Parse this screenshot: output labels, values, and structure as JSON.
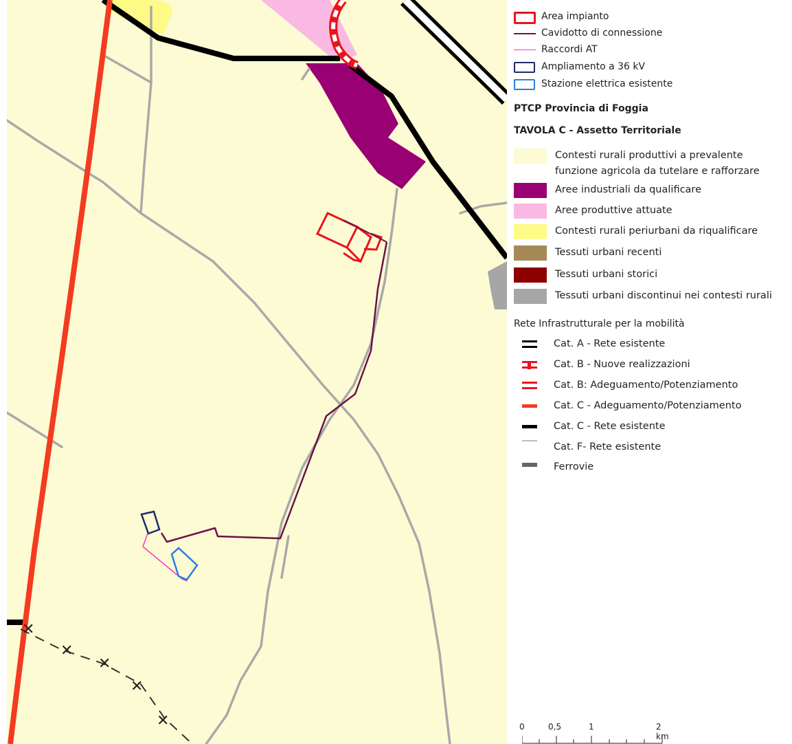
{
  "legend": {
    "project_items": [
      {
        "label": "Area impianto",
        "symbol": "red-outline-rect",
        "color": "#e8141c"
      },
      {
        "label": "Cavidotto di connessione",
        "symbol": "line",
        "color": "#6b1148"
      },
      {
        "label": "Raccordi AT",
        "symbol": "line",
        "color": "#ff33cc"
      },
      {
        "label": "Ampliamento a 36 kV",
        "symbol": "navy-outline-rect",
        "color": "#1c2a6e"
      },
      {
        "label": "Stazione elettrica esistente",
        "symbol": "blue-outline-rect",
        "color": "#2a7de1"
      }
    ],
    "ptcp_title": "PTCP Provincia di Foggia",
    "tavola_title": "TAVOLA C - Assetto Territoriale",
    "areas": [
      {
        "label_line1": "Contesti rurali produttivi a prevalente",
        "label_line2": "funzione agricola da tutelare e rafforzare",
        "color": "#fdfbd3"
      },
      {
        "label_line1": "Aree industriali da qualificare",
        "color": "#990073"
      },
      {
        "label_line1": "Aree produttive attuate",
        "color": "#f9b9e3"
      },
      {
        "label_line1": "Contesti rurali periurbani da riqualificare",
        "color": "#fdfb86"
      },
      {
        "label_line1": "Tessuti urbani recenti",
        "color": "#a58a57"
      },
      {
        "label_line1": "Tessuti urbani storici",
        "color": "#8c0000"
      },
      {
        "label_line1": "Tessuti urbani discontinui nei contesti rurali",
        "color": "#a6a6a6"
      }
    ],
    "infra_title": "Rete Infrastrutturale per la mobilità",
    "infra_items": [
      {
        "label": "Cat. A - Rete esistente",
        "symbol": "double-black"
      },
      {
        "label": "Cat. B - Nuove realizzazioni",
        "symbol": "red-dashed-double"
      },
      {
        "label": "Cat. B: Adeguamento/Potenziamento",
        "symbol": "double-red"
      },
      {
        "label": "Cat. C - Adeguamento/Potenziamento",
        "symbol": "thick-orange-red"
      },
      {
        "label": "Cat. C - Rete esistente",
        "symbol": "thick-black"
      },
      {
        "label": "Cat. F- Rete esistente",
        "symbol": "gray-line"
      },
      {
        "label": "Ferrovie",
        "symbol": "dark-gray-bar"
      }
    ],
    "scalebar": {
      "labels": [
        "0",
        "0,5",
        "1",
        "2 km"
      ]
    }
  },
  "colors": {
    "background": "#fdfbd3",
    "cat_c_adeguamento": "#f53b1f",
    "road_black": "#000000",
    "road_gray": "#a9a9a9",
    "industrial": "#990073",
    "produttive": "#f9b9e3",
    "periurbani": "#fdfb86"
  }
}
